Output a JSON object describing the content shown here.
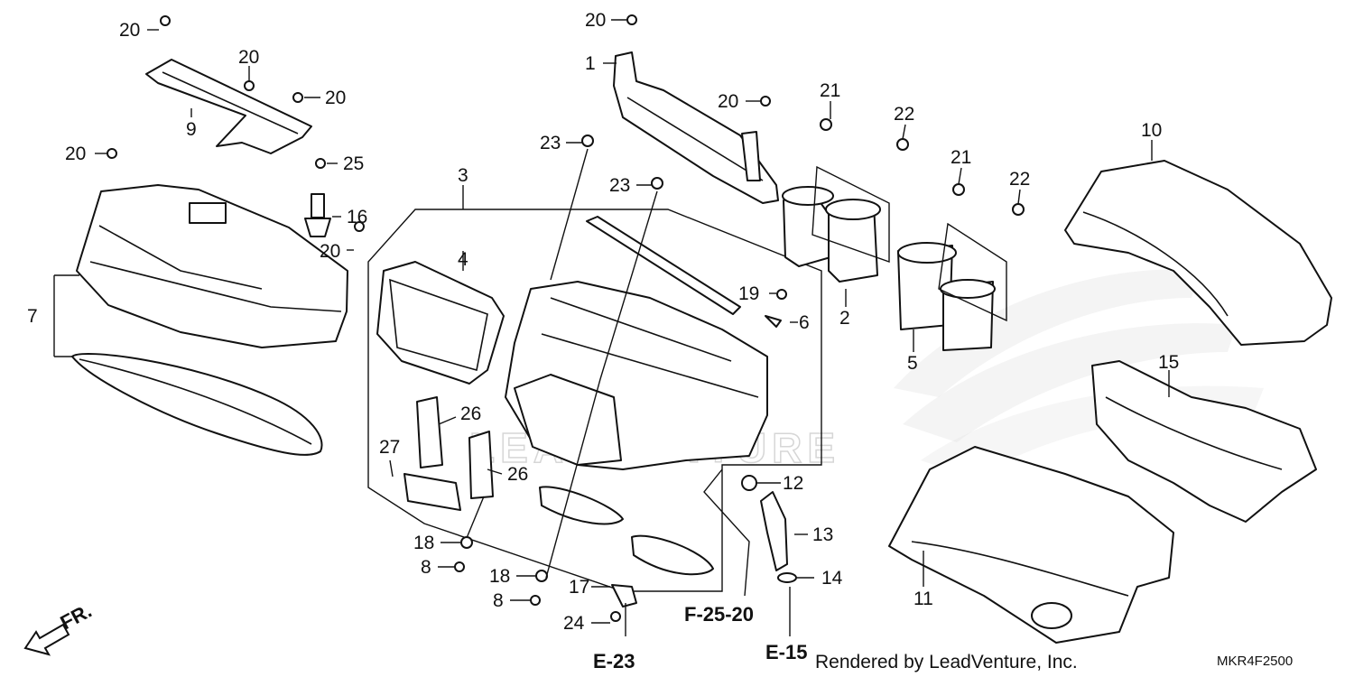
{
  "diagram": {
    "callouts": [
      {
        "id": "c20a",
        "text": "20"
      },
      {
        "id": "c20b",
        "text": "20"
      },
      {
        "id": "c20c",
        "text": "20"
      },
      {
        "id": "c20d",
        "text": "20"
      },
      {
        "id": "c20e",
        "text": "20"
      },
      {
        "id": "c20f",
        "text": "20"
      },
      {
        "id": "c20g",
        "text": "20"
      },
      {
        "id": "c9",
        "text": "9"
      },
      {
        "id": "c7",
        "text": "7"
      },
      {
        "id": "c25",
        "text": "25"
      },
      {
        "id": "c16",
        "text": "16"
      },
      {
        "id": "c1",
        "text": "1"
      },
      {
        "id": "c3",
        "text": "3"
      },
      {
        "id": "c4",
        "text": "4"
      },
      {
        "id": "c23a",
        "text": "23"
      },
      {
        "id": "c23b",
        "text": "23"
      },
      {
        "id": "c26a",
        "text": "26"
      },
      {
        "id": "c26b",
        "text": "26"
      },
      {
        "id": "c27",
        "text": "27"
      },
      {
        "id": "c18a",
        "text": "18"
      },
      {
        "id": "c18b",
        "text": "18"
      },
      {
        "id": "c8a",
        "text": "8"
      },
      {
        "id": "c8b",
        "text": "8"
      },
      {
        "id": "c17",
        "text": "17"
      },
      {
        "id": "c24",
        "text": "24"
      },
      {
        "id": "c21a",
        "text": "21"
      },
      {
        "id": "c21b",
        "text": "21"
      },
      {
        "id": "c22a",
        "text": "22"
      },
      {
        "id": "c22b",
        "text": "22"
      },
      {
        "id": "c2",
        "text": "2"
      },
      {
        "id": "c5",
        "text": "5"
      },
      {
        "id": "c19",
        "text": "19"
      },
      {
        "id": "c6",
        "text": "6"
      },
      {
        "id": "c12",
        "text": "12"
      },
      {
        "id": "c13",
        "text": "13"
      },
      {
        "id": "c14",
        "text": "14"
      },
      {
        "id": "c10",
        "text": "10"
      },
      {
        "id": "c15",
        "text": "15"
      },
      {
        "id": "c11",
        "text": "11"
      }
    ],
    "references": {
      "f2520": "F-25-20",
      "e23": "E-23",
      "e15": "E-15"
    },
    "front_label": "FR.",
    "footer": "Rendered by LeadVenture, Inc.",
    "diagram_code": "MKR4F2500",
    "watermark": "LEADVENTURE"
  }
}
